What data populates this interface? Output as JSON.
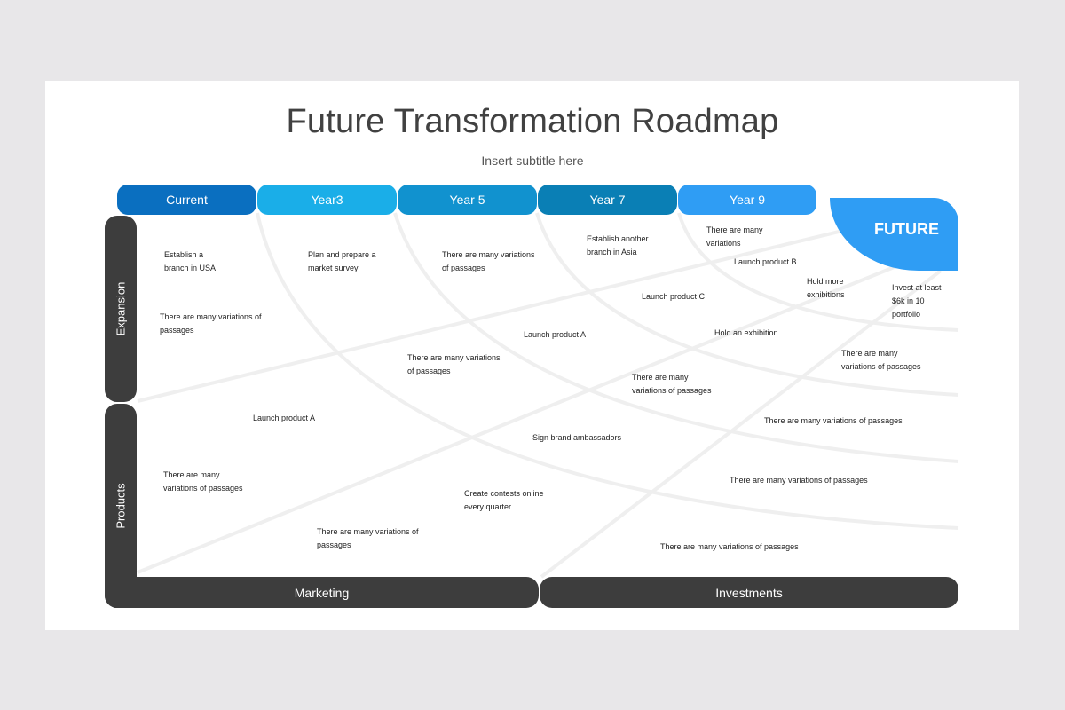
{
  "header": {
    "title": "Future Transformation Roadmap",
    "subtitle": "Insert subtitle here"
  },
  "timeline": [
    {
      "label": "Current",
      "color": "#0a6fc0"
    },
    {
      "label": "Year3",
      "color": "#1aaee8"
    },
    {
      "label": "Year 5",
      "color": "#1192cf"
    },
    {
      "label": "Year 7",
      "color": "#0a7fb5"
    },
    {
      "label": "Year 9",
      "color": "#2f9df4"
    }
  ],
  "future_label": "FUTURE",
  "rows": {
    "expansion": "Expansion",
    "products": "Products"
  },
  "footer": {
    "marketing": "Marketing",
    "investments": "Investments"
  },
  "notes": [
    {
      "l1": "Establish a",
      "l2": "branch in USA"
    },
    {
      "l1": "Plan and prepare a",
      "l2": "market survey"
    },
    {
      "l1": "There are many variations",
      "l2": "of passages"
    },
    {
      "l1": "Establish another",
      "l2": "branch in Asia"
    },
    {
      "l1": "There are many",
      "l2": "variations"
    },
    {
      "l1": "Launch product B",
      "l2": ""
    },
    {
      "l1": "Hold more",
      "l2": "exhibitions"
    },
    {
      "l1": "Invest at least",
      "l2": "$6k in 10",
      "l3": "portfolio"
    },
    {
      "l1": "Launch product C",
      "l2": ""
    },
    {
      "l1": "There are many variations of",
      "l2": "passages"
    },
    {
      "l1": "Launch product A",
      "l2": ""
    },
    {
      "l1": "Hold an exhibition",
      "l2": ""
    },
    {
      "l1": "There are many",
      "l2": "variations of passages"
    },
    {
      "l1": "There are many variations",
      "l2": "of passages"
    },
    {
      "l1": "There are many",
      "l2": "variations of passages"
    },
    {
      "l1": "Launch product A",
      "l2": ""
    },
    {
      "l1": "There are many variations of passages",
      "l2": ""
    },
    {
      "l1": "Sign brand ambassadors",
      "l2": ""
    },
    {
      "l1": "There are many",
      "l2": "variations of passages"
    },
    {
      "l1": "Create contests online",
      "l2": "every quarter"
    },
    {
      "l1": "There are many variations of passages",
      "l2": ""
    },
    {
      "l1": "There are many variations of",
      "l2": "passages"
    },
    {
      "l1": "There are many variations of passages",
      "l2": ""
    }
  ]
}
